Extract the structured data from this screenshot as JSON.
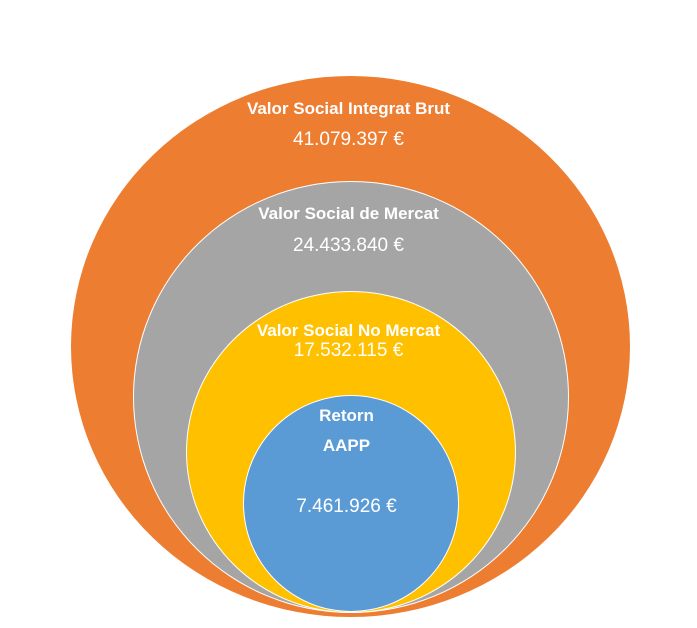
{
  "diagram": {
    "colors": {
      "outer": "#ED7D31",
      "second": "#A5A5A5",
      "third": "#FFC000",
      "inner": "#5B9BD5",
      "text": "#FFFFFF",
      "background": "#FFFFFF"
    },
    "circles": [
      {
        "title": "Valor Social Integrat Brut",
        "value": "41.079.397 €"
      },
      {
        "title": "Valor Social de Mercat",
        "value": "24.433.840 €"
      },
      {
        "title": "Valor Social No Mercat",
        "value": "17.532.115 €"
      },
      {
        "title_line1": "Retorn",
        "title_line2": "AAPP",
        "value": "7.461.926 €"
      }
    ]
  }
}
